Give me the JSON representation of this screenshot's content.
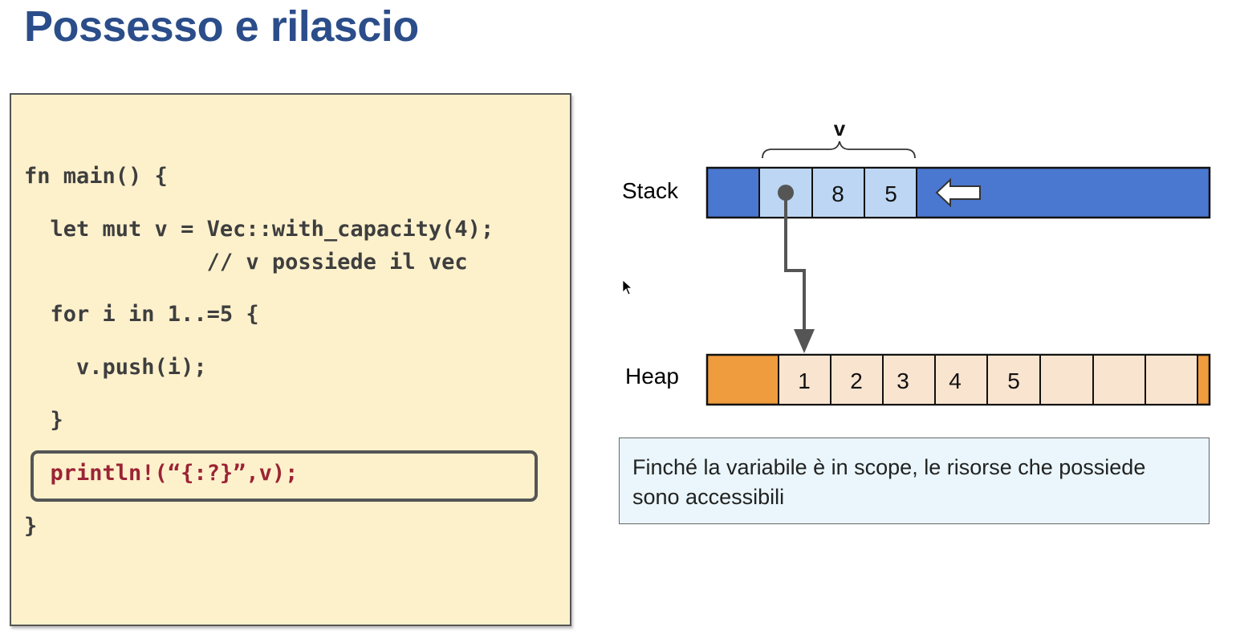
{
  "slide": {
    "title": "Possesso e rilascio"
  },
  "code": {
    "lines": [
      "fn main() {",
      "  let mut v = Vec::with_capacity(4);",
      "              // v possiede il vec",
      "  for i in 1..=5 {",
      "    v.push(i);",
      "  }",
      "  println!(“{:?}”,v);",
      "}"
    ],
    "highlighted_line_index": 6
  },
  "diagram": {
    "variable_label": "v",
    "stack": {
      "label": "Stack",
      "cells": [
        "",
        "8",
        "5"
      ],
      "color": "#4a78d0",
      "cell_color": "#bcd6f3"
    },
    "heap": {
      "label": "Heap",
      "cells": [
        "1",
        "2",
        "3",
        "4",
        "5",
        "",
        "",
        ""
      ],
      "color": "#ee9c3d",
      "cell_color": "#f8e4cf"
    },
    "note": "Finché la variabile è in scope, le risorse che possiede sono accessibili"
  },
  "colors": {
    "title": "#2b4d8a",
    "code_background": "#fdf1cc",
    "highlight_code": "#9b2335",
    "note_background": "#eaf6fb"
  }
}
